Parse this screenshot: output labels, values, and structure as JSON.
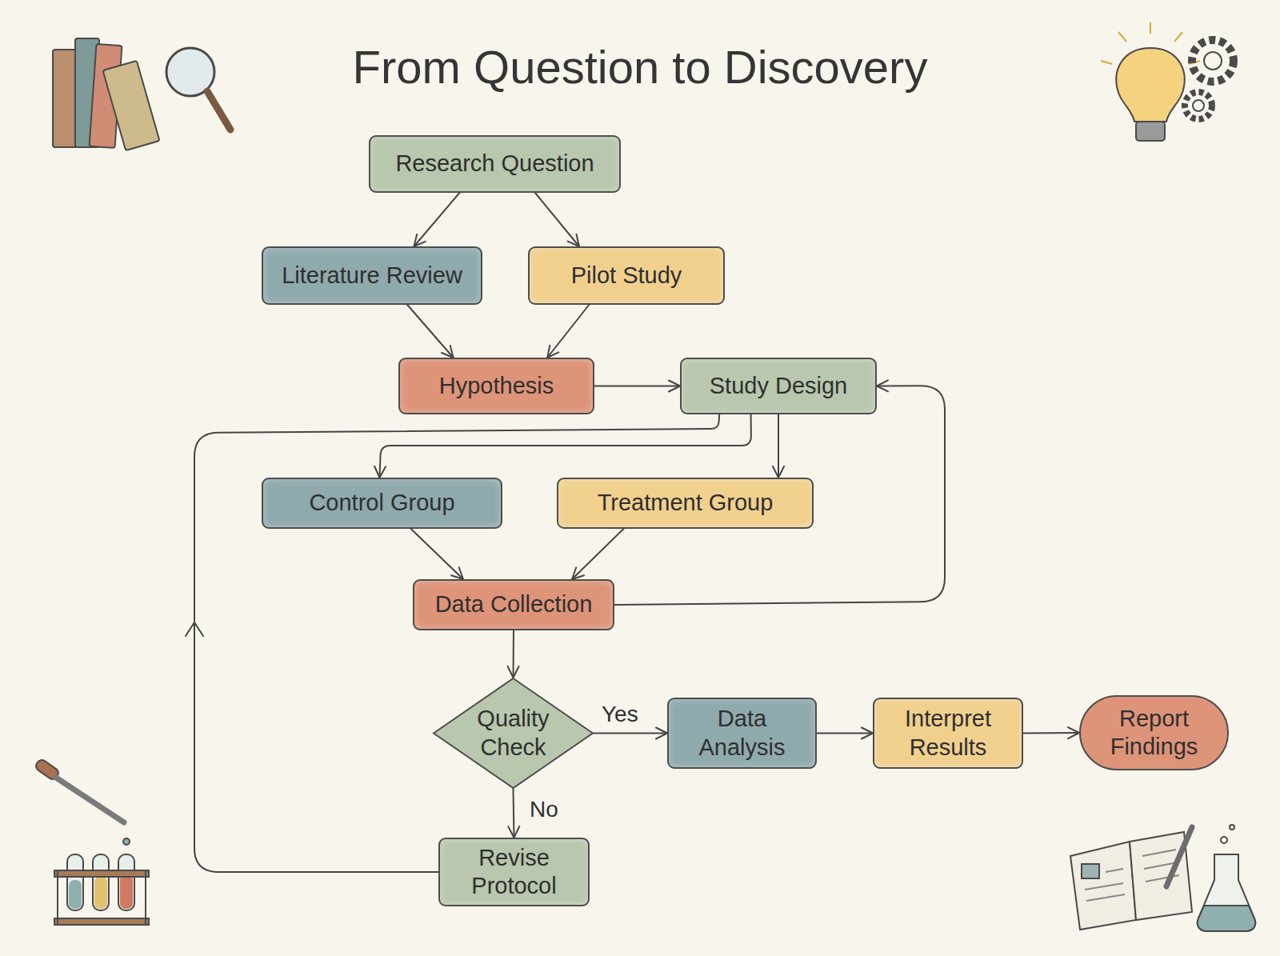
{
  "diagram": {
    "title": "From Question to Discovery",
    "nodes": [
      {
        "text": [
          "Research Question"
        ]
      },
      {
        "text": [
          "Literature Review"
        ]
      },
      {
        "text": [
          "Pilot Study"
        ]
      },
      {
        "text": [
          "Hypothesis"
        ]
      },
      {
        "text": [
          "Study Design"
        ]
      },
      {
        "text": [
          "Control Group"
        ]
      },
      {
        "text": [
          "Treatment Group"
        ]
      },
      {
        "text": [
          "Data Collection"
        ]
      },
      {
        "text": [
          "Quality Check"
        ]
      },
      {
        "text": [
          "Data Analysis"
        ]
      },
      {
        "text": [
          "Interpret Results"
        ]
      },
      {
        "text": [
          "Report Findings"
        ]
      },
      {
        "text": [
          "Revise Protocol"
        ]
      }
    ],
    "edges": [
      {
        "from": 0,
        "to": 1,
        "arrow": "to"
      },
      {
        "from": 0,
        "to": 2,
        "arrow": "to"
      },
      {
        "from": 1,
        "to": 3,
        "arrow": "to"
      },
      {
        "from": 2,
        "to": 3,
        "arrow": "to"
      },
      {
        "from": 3,
        "to": 4,
        "arrow": "to"
      },
      {
        "from": 4,
        "to": 5,
        "arrow": "to"
      },
      {
        "from": 4,
        "to": 6,
        "arrow": "to"
      },
      {
        "from": 5,
        "to": 7,
        "arrow": "to"
      },
      {
        "from": 6,
        "to": 7,
        "arrow": "to"
      },
      {
        "from": 7,
        "to": 4,
        "arrow": "to"
      },
      {
        "from": 7,
        "to": 8,
        "arrow": "to"
      },
      {
        "from": 8,
        "to": 9,
        "label": "Yes",
        "arrow": "to"
      },
      {
        "from": 9,
        "to": 10,
        "arrow": "to"
      },
      {
        "from": 10,
        "to": 11,
        "arrow": "to"
      },
      {
        "from": 8,
        "to": 12,
        "label": "No",
        "arrow": "to"
      },
      {
        "from": 12,
        "to": 4,
        "arrow": "to"
      }
    ]
  }
}
